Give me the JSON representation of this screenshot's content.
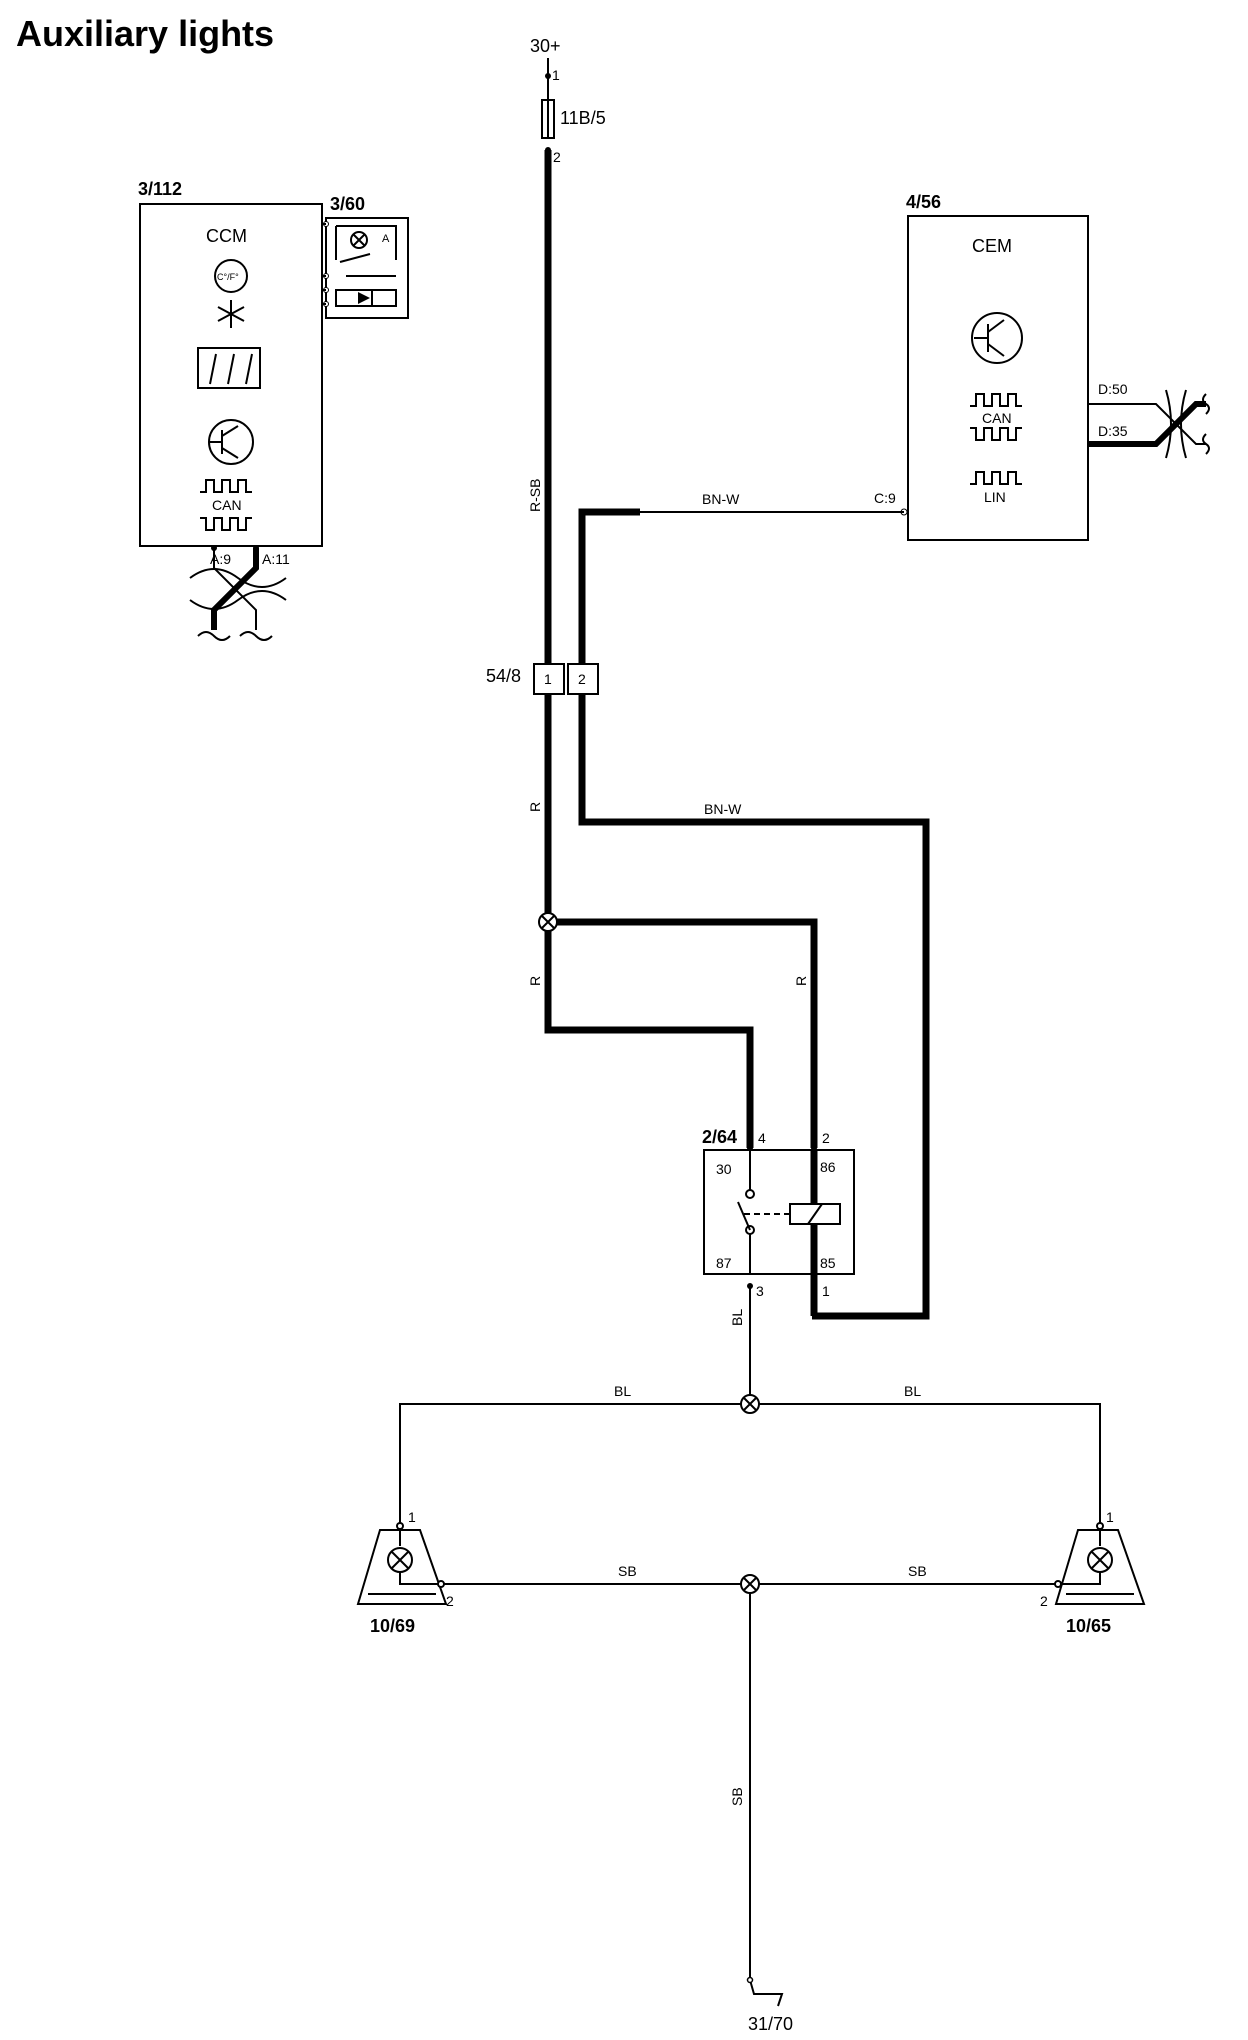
{
  "title": "Auxiliary lights",
  "supply": "30+",
  "ground": "31/70",
  "fuse": {
    "ref": "11B/5",
    "pin_top": "1",
    "pin_bottom": "2"
  },
  "ccm": {
    "ref": "3/112",
    "name": "CCM",
    "temp_unit": "C°/F°",
    "can": "CAN",
    "pin_a9": "A:9",
    "pin_a11": "A:11"
  },
  "switch_panel": {
    "ref": "3/60",
    "letter": "A"
  },
  "cem": {
    "ref": "4/56",
    "name": "CEM",
    "can": "CAN",
    "lin": "LIN",
    "pin_c9": "C:9",
    "pin_d50": "D:50",
    "pin_d35": "D:35"
  },
  "connector": {
    "ref": "54/8",
    "pin1": "1",
    "pin2": "2"
  },
  "relay": {
    "ref": "2/64",
    "pin4": "4",
    "pin2": "2",
    "pin3": "3",
    "pin1": "1",
    "t30": "30",
    "t86": "86",
    "t87": "87",
    "t85": "85"
  },
  "lamp_left": {
    "ref": "10/69",
    "pin1": "1",
    "pin2": "2"
  },
  "lamp_right": {
    "ref": "10/65",
    "pin1": "1",
    "pin2": "2"
  },
  "wires": {
    "r_sb": "R-SB",
    "bn_w_top": "BN-W",
    "bn_w_mid": "BN-W",
    "r_1": "R",
    "r_2": "R",
    "r_3": "R",
    "bl_relay": "BL",
    "bl_left": "BL",
    "bl_right": "BL",
    "sb_left": "SB",
    "sb_right": "SB",
    "sb_ground": "SB"
  }
}
